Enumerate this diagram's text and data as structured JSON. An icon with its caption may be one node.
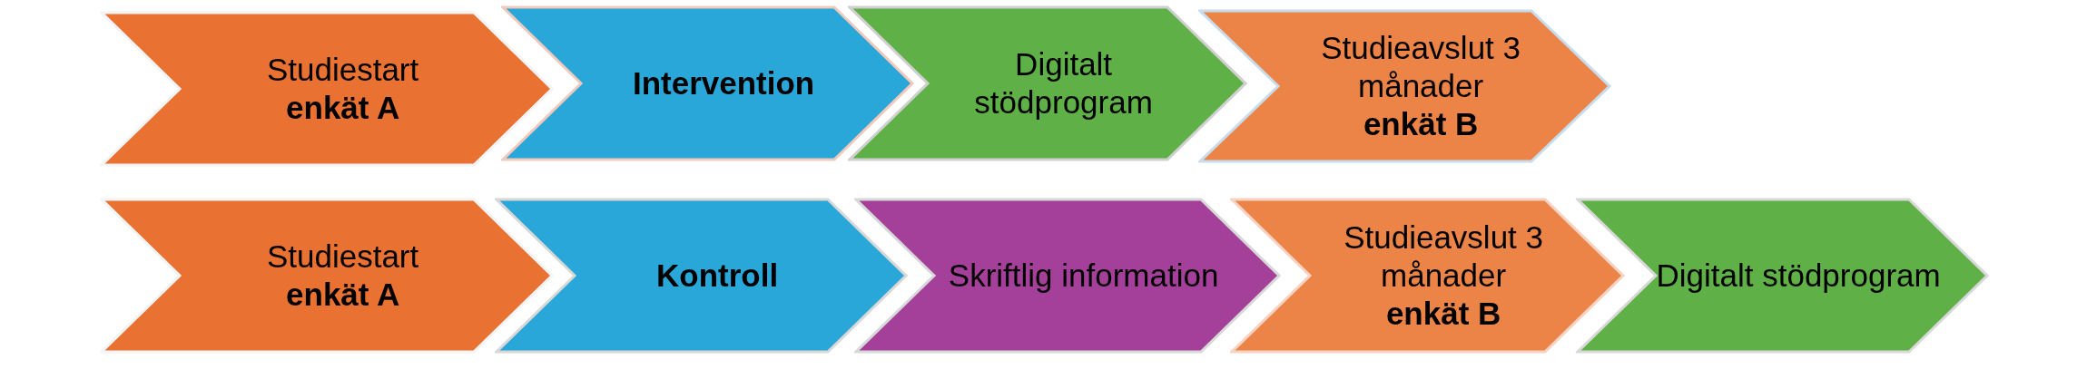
{
  "diagram": {
    "nodes": [
      {
        "text": [
          "Studiestart",
          "enkät A"
        ]
      },
      {
        "text": [
          "Intervention"
        ]
      },
      {
        "text": [
          "Digitalt stödprogram"
        ]
      },
      {
        "text": [
          "Studieavslut 3 månader",
          "enkät B"
        ]
      },
      {
        "text": [
          "Studiestart",
          "enkät A"
        ]
      },
      {
        "text": [
          "Kontroll"
        ]
      },
      {
        "text": [
          "Skriftlig information"
        ]
      },
      {
        "text": [
          "Studieavslut 3 månader",
          "enkät B"
        ]
      },
      {
        "text": [
          "Digitalt stödprogram"
        ]
      }
    ],
    "edges": []
  }
}
